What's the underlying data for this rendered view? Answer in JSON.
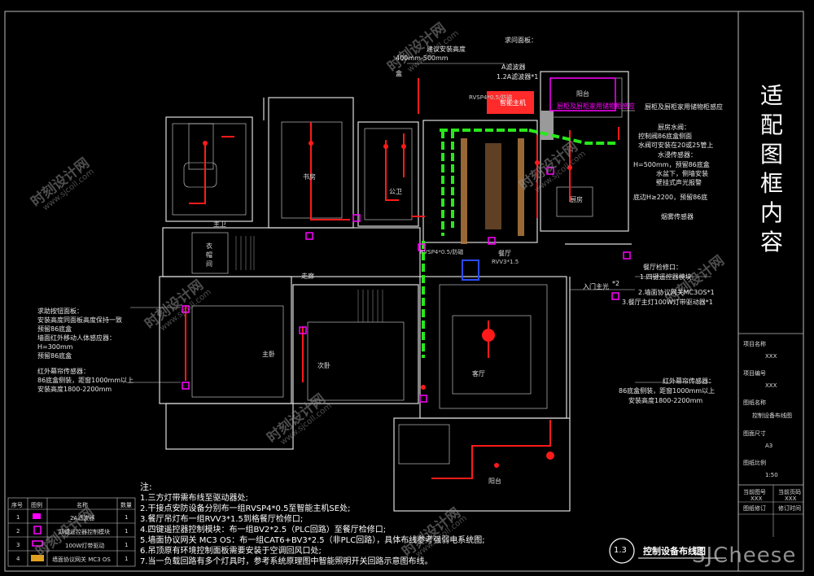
{
  "sidebar": {
    "big_title": [
      "适",
      "配",
      "图",
      "框",
      "内",
      "容"
    ],
    "title_block": [
      {
        "label": "项目名称",
        "value": "XXX"
      },
      {
        "label": "项目编号",
        "value": "XXX"
      },
      {
        "label": "图纸名称",
        "value": "控制设备布线图"
      },
      {
        "label": "图面尺寸",
        "value": "A3"
      },
      {
        "label": "图纸比例",
        "value": "1:50"
      }
    ],
    "footer_labels": [
      "当前图号",
      "当前页码",
      "图纸修订",
      "修订时间"
    ],
    "footer_values": [
      "XXX",
      "XXX"
    ]
  },
  "legend": {
    "headers": [
      "序号",
      "图例",
      "名称",
      "数量"
    ],
    "rows": [
      {
        "no": "1",
        "name": "2A滤波器",
        "qty": "1"
      },
      {
        "no": "2",
        "name": "四键遥控器控制模块",
        "qty": "1"
      },
      {
        "no": "3",
        "name": "100W灯带驱动",
        "qty": "1"
      },
      {
        "no": "4",
        "name": "墙面协议网关 MC3 OS",
        "qty": "1"
      }
    ]
  },
  "notes": {
    "title": "注:",
    "items": [
      "1.三方灯带需布线至驱动器处;",
      "2.干接点安防设备分别布一组RVSP4*0.5至智能主机SE处;",
      "3.餐厅吊灯布一组RVV3*1.5到格餐厅检修口;",
      "4.四键遥控器控制模块：布一组BV2*2.5（PLC回路）至餐厅检修口;",
      "5.墙面协议网关 MC3 OS：布一组CAT6+BV3*2.5（非PLC回路），具体布线参考强弱电系统图;",
      "6.吊顶原有环境控制面板需要安装于空调回风口处;",
      "7.当一负载回路有多个灯具时，参考系统原理图中智能照明开关回路示意图布线。"
    ]
  },
  "annotations": {
    "top_left_box": "求问面板：",
    "install_height": "建议安装高度",
    "height_range": "400mm-500mm",
    "box": "盒",
    "filter_title": "A滤波器",
    "filter_sub": "1.2A滤波器*1",
    "smart_host": "智能主机",
    "rvsp_left": "RVSP4*0.5/防磁",
    "kitchen_cabinet": "厨柜及厨柜家用储物柜感应",
    "kitchen_anno_title": "厨房水阀：",
    "kitchen_anno_1": "控制阀86底盒侧面",
    "kitchen_anno_2": "水阀可安装在20或25管上",
    "water_sensor_title": "水浸传感器：",
    "water_sensor_1": "H=500mm，预留86底盒",
    "water_sensor_2": "水盆下，侧墙安装",
    "water_sensor_3": "壁挂式声光报警",
    "cabinet_height": "底边H≥2200，预留86底",
    "smoke": "烟雾传感器",
    "dining_panel_title": "餐厅检修口：",
    "dining_panel_1": "1.四键遥控器模块",
    "dining_panel_2": "2.墙面协议网关MC3OS*1",
    "dining_panel_3": "3.餐厅主灯100W灯带驱动器*1",
    "entry_switch": "入门主光",
    "entry_num": "*2",
    "ir_right_title": "红外幕帘传感器：",
    "ir_right_1": "86底盒侧装，距窗1000mm以上",
    "ir_right_2": "安装高度1800-2200mm",
    "left_anno_1": "求助按钮面板：",
    "left_anno_2": "安装高度同面板高度保持一致",
    "left_anno_3": "预留86底盒",
    "left_anno_4": "墙面红外移动人体感应器：",
    "left_anno_5": "H=300mm",
    "left_anno_6": "预留86底盒",
    "left_anno_7": "红外幕帘传感器：",
    "left_anno_8": "86底盒侧装，距窗1000mm以上",
    "left_anno_9": "安装高度1800-2200mm",
    "rvsp_mid": "RVSP4*0.5/防磁",
    "rvv": "RVV3*1.5"
  },
  "rooms": {
    "master_bath": "主卫",
    "study": "书房",
    "public_bath": "公卫",
    "wardrobe": "衣帽间",
    "corridor": "走廊",
    "master_bed": "主卧",
    "second_bed": "次卧",
    "dining": "餐厅",
    "kitchen": "厨房",
    "balcony_top": "阳台",
    "living": "客厅",
    "balcony": "阳台"
  },
  "drawing": {
    "number": "1.3",
    "title": "控制设备布线图"
  },
  "watermarks": {
    "cn": "时刻设计网",
    "url": "www.sjcoll.com",
    "brand": "SJCheese"
  },
  "colors": {
    "background": "#000000",
    "wire_red": "#ff1a1a",
    "wire_green": "#29e81a",
    "magenta": "#ff00ff",
    "white": "#ffffff",
    "wood": "#a8743c",
    "blue": "#2a4cff"
  }
}
